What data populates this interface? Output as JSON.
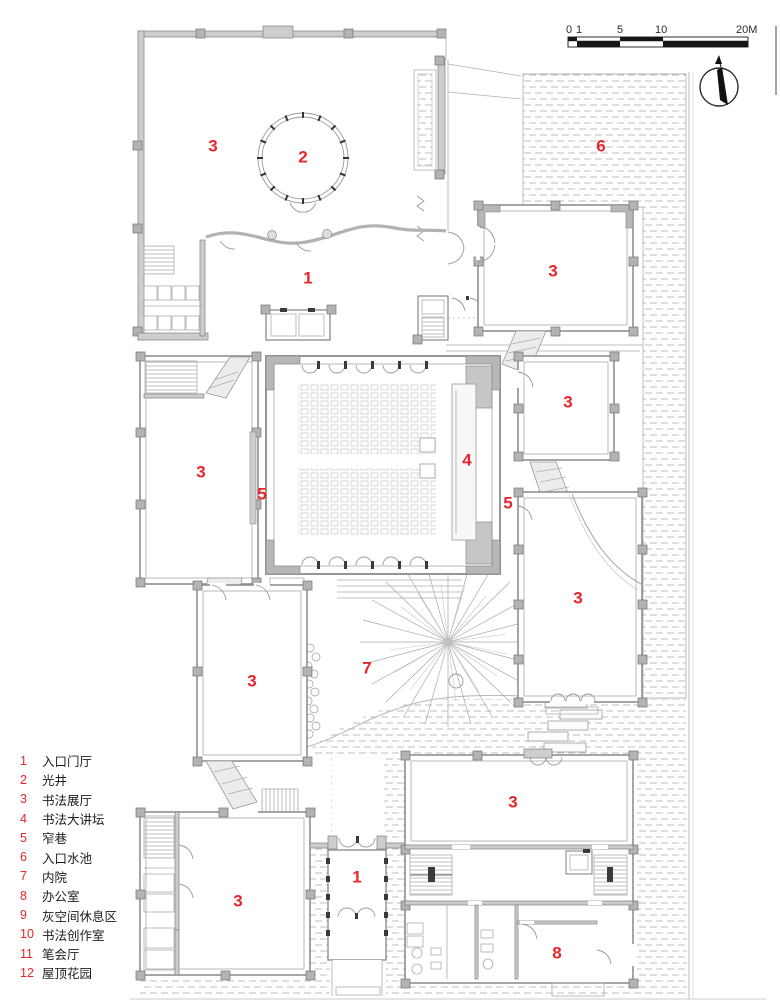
{
  "colors": {
    "label_red": "#e8252b",
    "wall_gray": "#8f8f8f",
    "hatch_gray": "#bdbdbd"
  },
  "scale_bar": {
    "ticks": [
      "0",
      "1",
      "5",
      "10",
      "20M"
    ]
  },
  "legend": {
    "items": [
      {
        "num": "1",
        "label": "入口门厅"
      },
      {
        "num": "2",
        "label": "光井"
      },
      {
        "num": "3",
        "label": "书法展厅"
      },
      {
        "num": "4",
        "label": "书法大讲坛"
      },
      {
        "num": "5",
        "label": "窄巷"
      },
      {
        "num": "6",
        "label": "入口水池"
      },
      {
        "num": "7",
        "label": "内院"
      },
      {
        "num": "8",
        "label": "办公室"
      },
      {
        "num": "9",
        "label": "灰空间休息区"
      },
      {
        "num": "10",
        "label": "书法创作室"
      },
      {
        "num": "11",
        "label": "笔会厅"
      },
      {
        "num": "12",
        "label": "屋顶花园"
      }
    ]
  },
  "plan_labels": [
    {
      "text": "3"
    },
    {
      "text": "2"
    },
    {
      "text": "6"
    },
    {
      "text": "1"
    },
    {
      "text": "3"
    },
    {
      "text": "3"
    },
    {
      "text": "4"
    },
    {
      "text": "3"
    },
    {
      "text": "5"
    },
    {
      "text": "5"
    },
    {
      "text": "3"
    },
    {
      "text": "7"
    },
    {
      "text": "3"
    },
    {
      "text": "3"
    },
    {
      "text": "1"
    },
    {
      "text": "3"
    },
    {
      "text": "8"
    }
  ]
}
